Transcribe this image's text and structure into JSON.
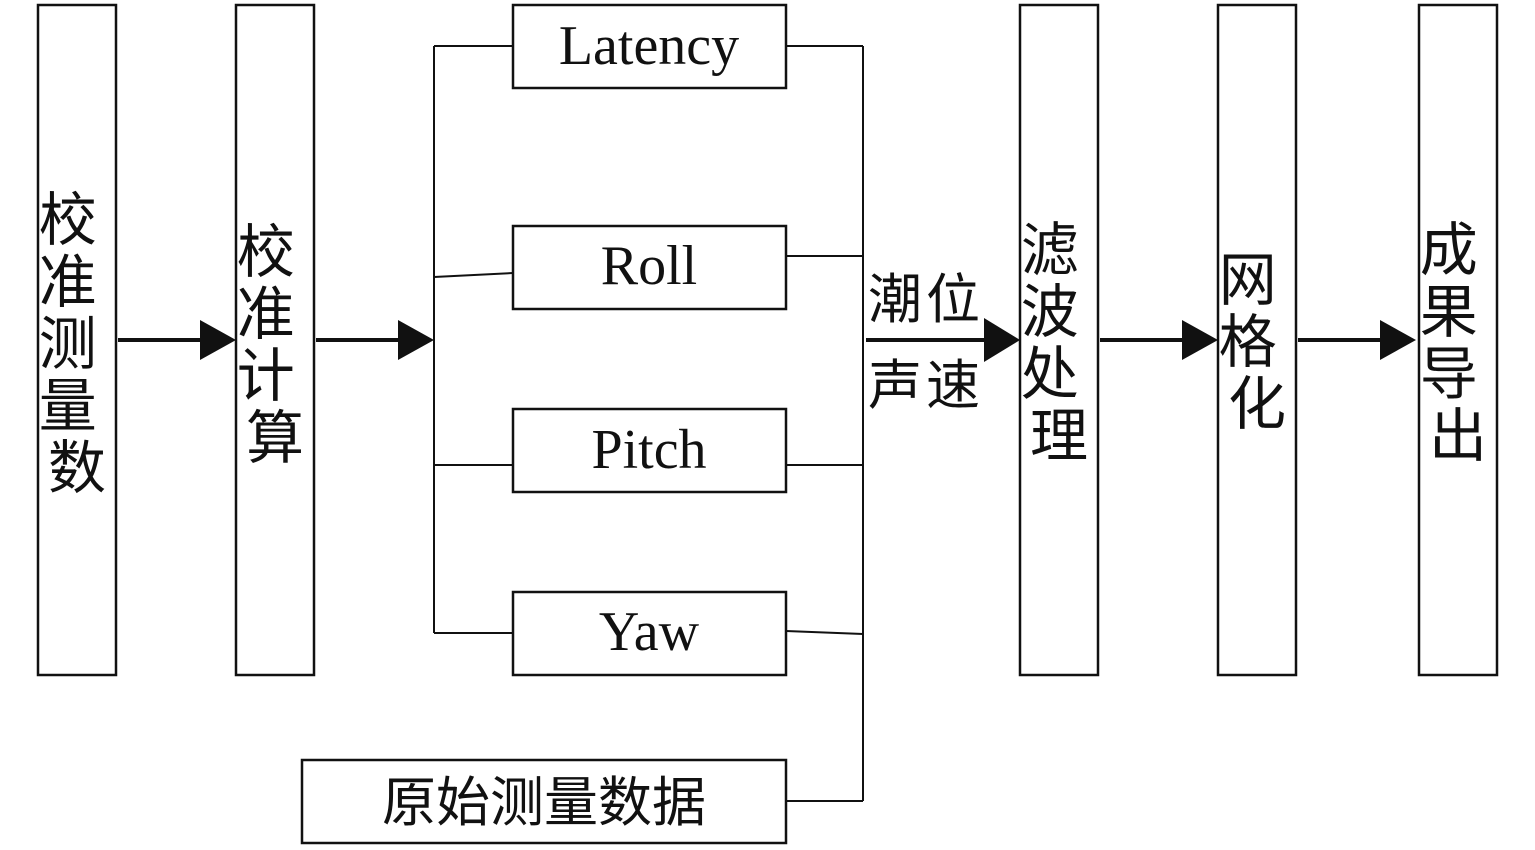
{
  "diagram": {
    "stages": [
      {
        "id": "calibration-data",
        "label": "校准测量数",
        "chars": [
          "校",
          "准",
          "测",
          "量",
          "数"
        ]
      },
      {
        "id": "calibration-calc",
        "label": "校准计算",
        "chars": [
          "校",
          "准",
          "计",
          "算"
        ]
      },
      {
        "id": "filtering",
        "label": "滤波处理",
        "chars": [
          "滤",
          "波",
          "处",
          "理"
        ]
      },
      {
        "id": "gridding",
        "label": "网格化",
        "chars": [
          "网",
          "格",
          "化"
        ]
      },
      {
        "id": "export",
        "label": "成果导出",
        "chars": [
          "成",
          "果",
          "导",
          "出"
        ]
      }
    ],
    "parameters": [
      {
        "id": "latency",
        "label": "Latency"
      },
      {
        "id": "roll",
        "label": "Roll"
      },
      {
        "id": "pitch",
        "label": "Pitch"
      },
      {
        "id": "yaw",
        "label": "Yaw"
      }
    ],
    "raw_data": {
      "label": "原始测量数据"
    },
    "correction_labels": {
      "line1": "潮位",
      "line2": "声速"
    },
    "edges": [
      {
        "from": "calibration-data",
        "to": "calibration-calc"
      },
      {
        "from": "calibration-calc",
        "to": "parameters"
      },
      {
        "from": "parameters+raw_data",
        "to": "filtering",
        "label": "潮位 声速"
      },
      {
        "from": "filtering",
        "to": "gridding"
      },
      {
        "from": "gridding",
        "to": "export"
      }
    ]
  }
}
